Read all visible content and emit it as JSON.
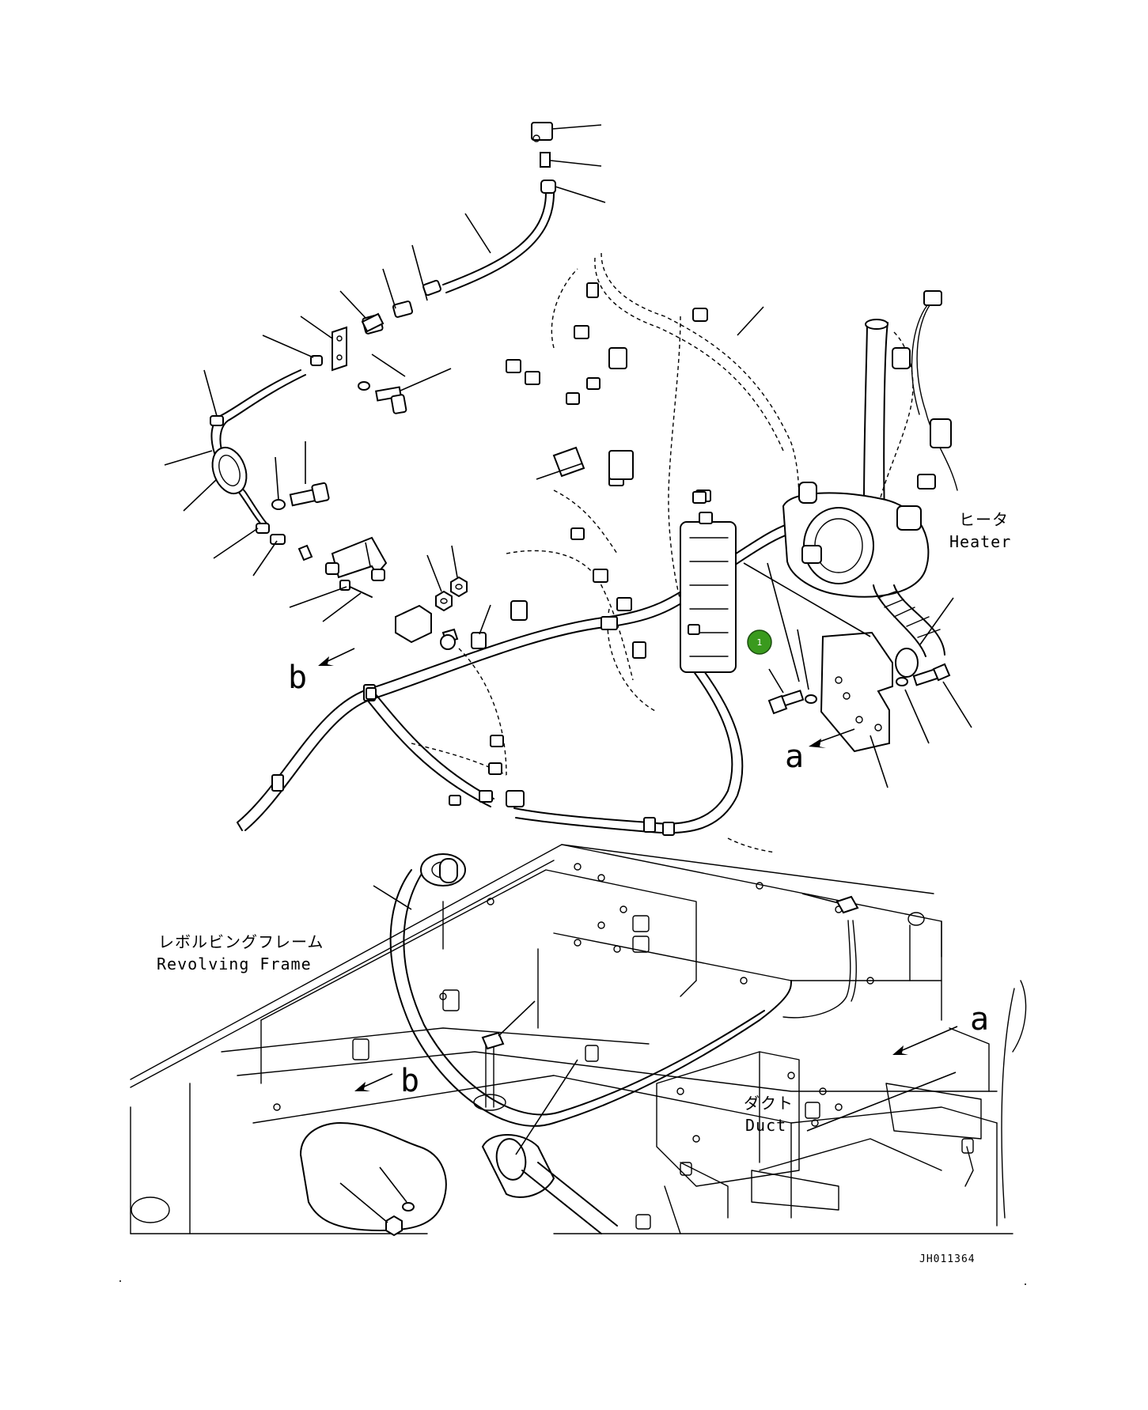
{
  "labels": {
    "heater_jp": "ヒータ",
    "heater_en": "Heater",
    "frame_jp": "レボルビングフレーム",
    "frame_en": "Revolving Frame",
    "duct_jp": "ダクト",
    "duct_en": "Duct"
  },
  "view_refs": {
    "a_upper": "a",
    "b_upper": "b",
    "a_lower": "a",
    "b_lower": "b"
  },
  "callout": {
    "number": "1",
    "color": "#3a9a1e"
  },
  "drawing_code": "JH011364"
}
